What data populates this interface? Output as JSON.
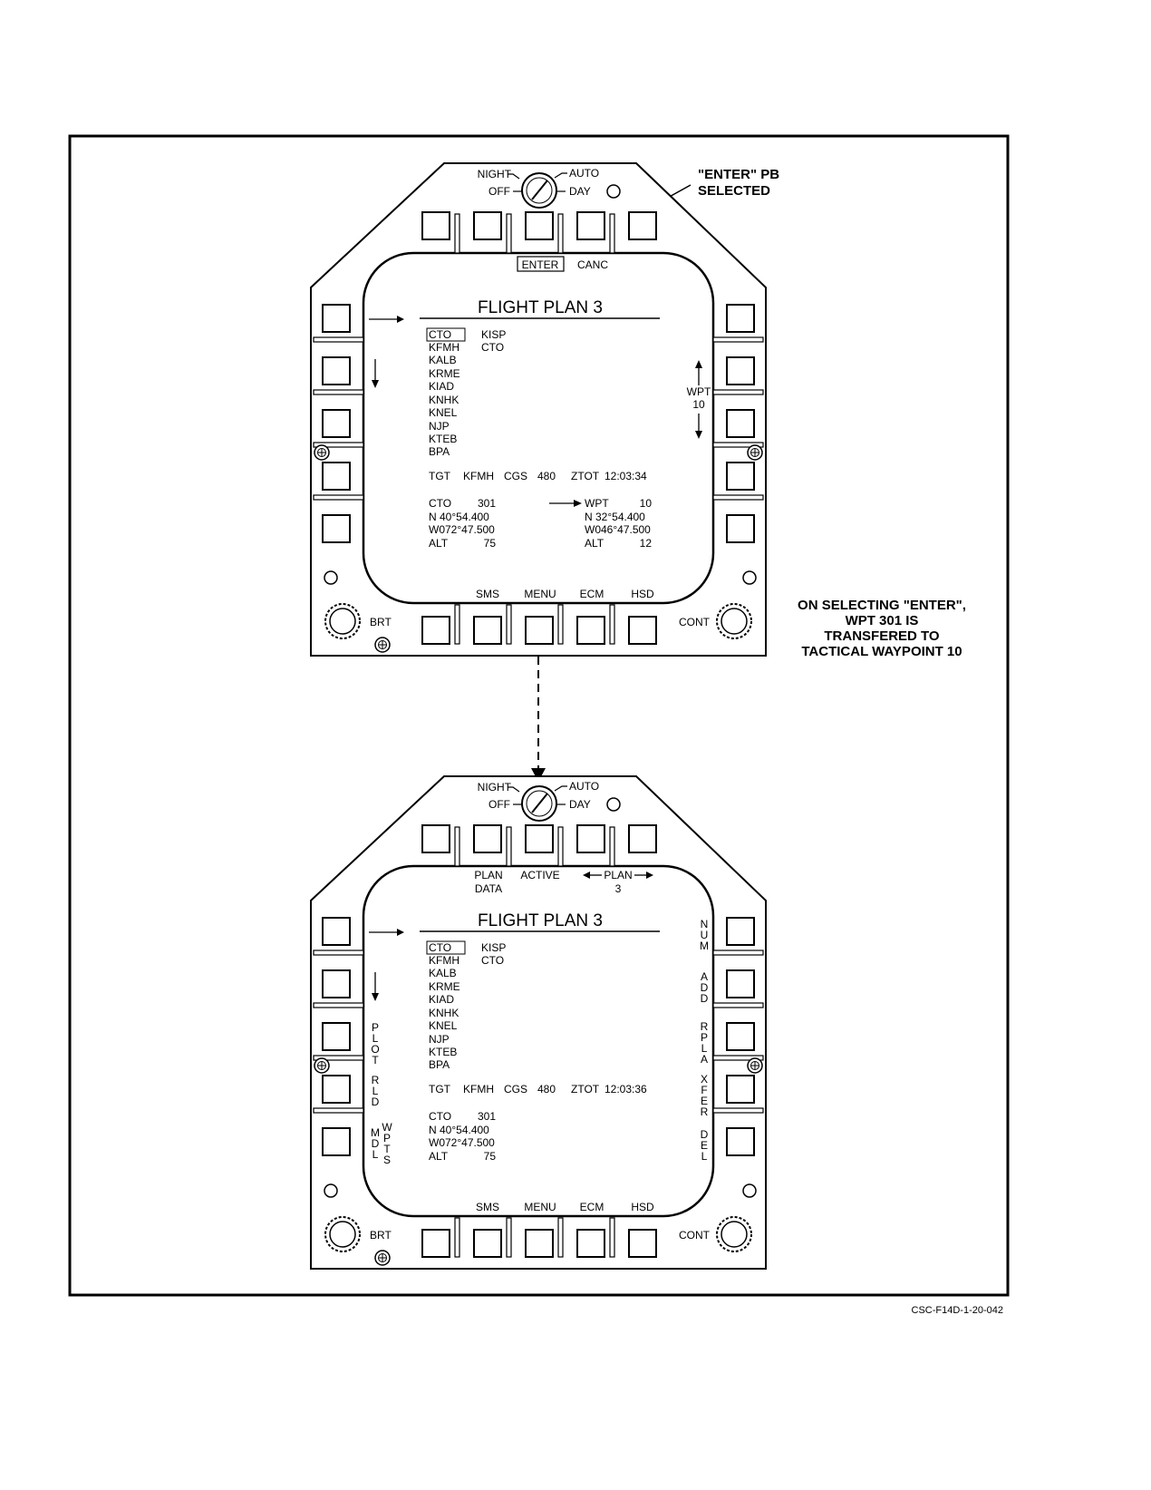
{
  "frame": {
    "figure_id": "CSC-F14D-1-20-042"
  },
  "callouts": {
    "enter_pb": [
      "\"ENTER\" PB",
      "SELECTED"
    ],
    "transfer_note": [
      "ON SELECTING \"ENTER\",",
      "WPT 301 IS",
      "TRANSFERED TO",
      "TACTICAL WAYPOINT 10"
    ]
  },
  "knob_labels": {
    "night": "NIGHT",
    "auto": "AUTO",
    "off": "OFF",
    "day": "DAY"
  },
  "bezel_labels": {
    "brt": "BRT",
    "cont": "CONT"
  },
  "displays": [
    {
      "top_options": [
        "ENTER",
        "CANC"
      ],
      "title": "FLIGHT PLAN 3",
      "waypoints_col1": [
        "CTO",
        "KFMH",
        "KALB",
        "KRME",
        "KIAD",
        "KNHK",
        "KNEL",
        "NJP",
        "KTEB",
        "BPA"
      ],
      "waypoints_col2": [
        "KISP",
        "CTO"
      ],
      "tgt": {
        "tgt": "TGT",
        "name": "KFMH",
        "cgs_label": "CGS",
        "cgs": "480",
        "ztot_label": "ZTOT",
        "ztot": "12:03:34"
      },
      "left_block": {
        "name": "CTO",
        "num": "301",
        "lat": "N  40°54.400",
        "lon": "W072°47.500",
        "alt_label": "ALT",
        "alt": "75"
      },
      "right_block": {
        "name": "WPT",
        "num": "10",
        "lat": "N  32°54.400",
        "lon": "W046°47.500",
        "alt_label": "ALT",
        "alt": "12"
      },
      "right_options": {
        "wpt_label": "WPT",
        "wpt_num": "10"
      },
      "bottom_options": [
        "SMS",
        "MENU",
        "ECM",
        "HSD"
      ]
    },
    {
      "top_options": [
        "PLAN",
        "DATA",
        "ACTIVE",
        "PLAN",
        "3"
      ],
      "title": "FLIGHT PLAN 3",
      "waypoints_col1": [
        "CTO",
        "KFMH",
        "KALB",
        "KRME",
        "KIAD",
        "KNHK",
        "KNEL",
        "NJP",
        "KTEB",
        "BPA"
      ],
      "waypoints_col2": [
        "KISP",
        "CTO"
      ],
      "tgt": {
        "tgt": "TGT",
        "name": "KFMH",
        "cgs_label": "CGS",
        "cgs": "480",
        "ztot_label": "ZTOT",
        "ztot": "12:03:36"
      },
      "left_block": {
        "name": "CTO",
        "num": "301",
        "lat": "N  40°54.400",
        "lon": "W072°47.500",
        "alt_label": "ALT",
        "alt": "75"
      },
      "right_options": [
        "N U M",
        "A D D",
        "R P L A",
        "X F E R",
        "D E L"
      ],
      "left_options": [
        "P L O T",
        "R L D",
        "M D L",
        "W P T S"
      ],
      "bottom_options": [
        "SMS",
        "MENU",
        "ECM",
        "HSD"
      ]
    }
  ]
}
